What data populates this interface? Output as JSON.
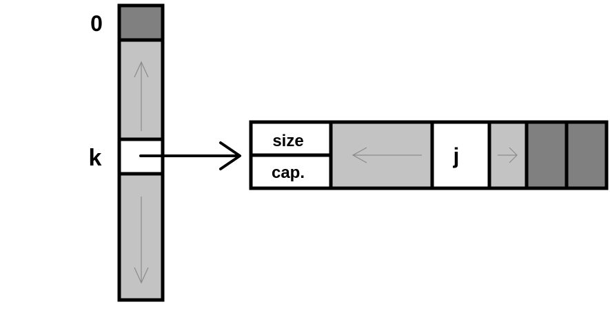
{
  "labels": {
    "zero": "0",
    "k": "k",
    "size": "size",
    "cap": "cap.",
    "j": "j"
  },
  "colors": {
    "dark_fill": "#808080",
    "light_fill": "#c3c3c3",
    "empty_fill": "#ffffff",
    "stroke": "#000000",
    "thin_arrow": "#8a8a8a"
  }
}
